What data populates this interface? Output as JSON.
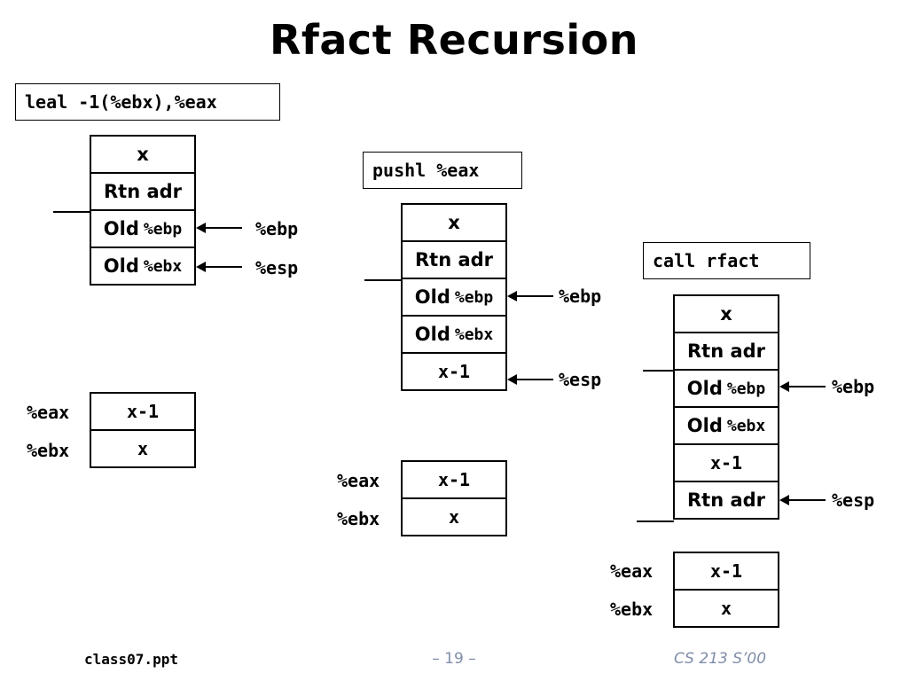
{
  "title": "Rfact Recursion",
  "panels": [
    {
      "instruction": "leal -1(%ebx),%eax",
      "stack": [
        {
          "text": "x"
        },
        {
          "text": "Rtn adr"
        },
        {
          "text": "Old",
          "reg": "%ebp"
        },
        {
          "text": "Old",
          "reg": "%ebx"
        }
      ],
      "pointers": {
        "ebp": "%ebp",
        "esp": "%esp"
      },
      "registers": [
        {
          "name": "%eax",
          "value": "x-1"
        },
        {
          "name": "%ebx",
          "value": "x"
        }
      ]
    },
    {
      "instruction": "pushl %eax",
      "stack": [
        {
          "text": "x"
        },
        {
          "text": "Rtn adr"
        },
        {
          "text": "Old",
          "reg": "%ebp"
        },
        {
          "text": "Old",
          "reg": "%ebx"
        },
        {
          "text": "x-1"
        }
      ],
      "pointers": {
        "ebp": "%ebp",
        "esp": "%esp"
      },
      "registers": [
        {
          "name": "%eax",
          "value": "x-1"
        },
        {
          "name": "%ebx",
          "value": "x"
        }
      ]
    },
    {
      "instruction": "call rfact",
      "stack": [
        {
          "text": "x"
        },
        {
          "text": "Rtn adr"
        },
        {
          "text": "Old",
          "reg": "%ebp"
        },
        {
          "text": "Old",
          "reg": "%ebx"
        },
        {
          "text": "x-1"
        },
        {
          "text": "Rtn adr"
        }
      ],
      "pointers": {
        "ebp": "%ebp",
        "esp": "%esp"
      },
      "registers": [
        {
          "name": "%eax",
          "value": "x-1"
        },
        {
          "name": "%ebx",
          "value": "x"
        }
      ]
    }
  ],
  "footer": {
    "left": "class07.ppt",
    "center": "– 19 –",
    "right": "CS 213 S’00"
  }
}
